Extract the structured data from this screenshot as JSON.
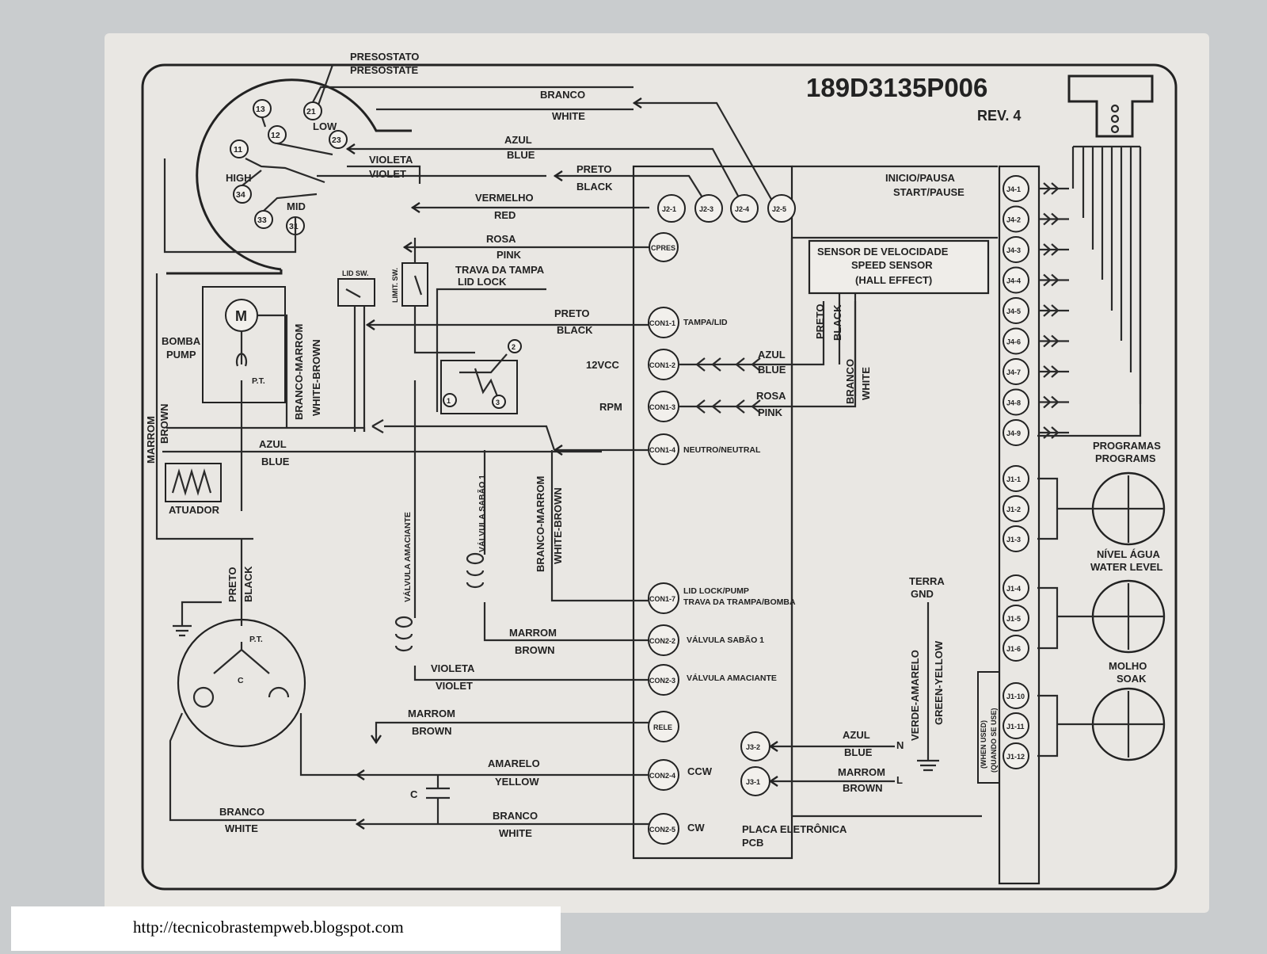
{
  "part_number": "189D3135P006",
  "revision": "REV. 4",
  "footer_url": "http://tecnicobrastempweb.blogspot.com",
  "pressure_switch": {
    "label_pt": "PRESOSTATO",
    "label_en": "PRESOSTATE",
    "terminals": [
      "13",
      "21",
      "12",
      "23",
      "11",
      "34",
      "33",
      "31"
    ],
    "low": "LOW",
    "high": "HIGH",
    "mid": "MID"
  },
  "wires": {
    "white_pt": "BRANCO",
    "white_en": "WHITE",
    "blue_pt": "AZUL",
    "blue_en": "BLUE",
    "violet_pt": "VIOLETA",
    "violet_en": "VIOLET",
    "black_pt": "PRETO",
    "black_en": "BLACK",
    "red_pt": "VERMELHO",
    "red_en": "RED",
    "pink_pt": "ROSA",
    "pink_en": "PINK",
    "brown_pt": "MARROM",
    "brown_en": "BROWN",
    "yellow_pt": "AMARELO",
    "yellow_en": "YELLOW",
    "wb_pt": "BRANCO-MARROM",
    "wb_en": "WHITE-BROWN",
    "gy_pt": "VERDE-AMARELO",
    "gy_en": "GREEN-YELLOW"
  },
  "components": {
    "lid_sw": "LID SW.",
    "limit_sw": "LIMIT. SW.",
    "lid_lock_pt": "TRAVA DA TAMPA",
    "lid_lock_en": "LID LOCK",
    "pump_pt": "BOMBA",
    "pump_en": "PUMP",
    "motor": "M",
    "pt": "P.T.",
    "actuator": "ATUADOR",
    "capacitor": "C",
    "motor_c": "C",
    "valve_softener": "VÁLVULA AMACIANTE",
    "valve_soap": "VÁLVULA SABÃO 1",
    "earth_pt": "TERRA",
    "earth_en": "GND",
    "sensor_1": "SENSOR DE VELOCIDADE",
    "sensor_2": "SPEED SENSOR",
    "sensor_3": "(HALL EFFECT)",
    "pcb_pt": "PLACA ELETRÔNICA",
    "pcb_en": "PCB",
    "start_pt": "INICIO/PAUSA",
    "start_en": "START/PAUSE",
    "prog_pt": "PROGRAMAS",
    "prog_en": "PROGRAMS",
    "water_pt": "NÍVEL ÁGUA",
    "water_en": "WATER LEVEL",
    "soak_pt": "MOLHO",
    "soak_en": "SOAK",
    "when_used_en": "(WHEN USED)",
    "when_used_pt": "(QUANDO SE USE)",
    "n": "N",
    "l": "L",
    "lock_1": "1",
    "lock_2": "2",
    "lock_3": "3"
  },
  "connectors": {
    "j2": [
      "J2-1",
      "J2-3",
      "J2-4",
      "J2-5"
    ],
    "cpres": "CPRES",
    "con1": [
      "CON1-1",
      "CON1-2",
      "CON1-3",
      "CON1-4",
      "CON1-7"
    ],
    "con1_labels": [
      "TAMPA/LID",
      "12VCC",
      "RPM",
      "NEUTRO/NEUTRAL",
      "LID LOCK/PUMP",
      "TRAVA DA TRAMPA/BOMBA"
    ],
    "con2": [
      "CON2-2",
      "CON2-3",
      "RELE",
      "CON2-4",
      "CON2-5"
    ],
    "con2_labels": [
      "VÁLVULA SABÃO 1",
      "VÁLVULA AMACIANTE",
      "CCW",
      "CW"
    ],
    "j3": [
      "J3-2",
      "J3-1"
    ],
    "j4": [
      "J4-1",
      "J4-2",
      "J4-3",
      "J4-4",
      "J4-5",
      "J4-6",
      "J4-7",
      "J4-8",
      "J4-9"
    ],
    "j1": [
      "J1-1",
      "J1-2",
      "J1-3",
      "J1-4",
      "J1-5",
      "J1-6",
      "J1-10",
      "J1-11",
      "J1-12"
    ]
  }
}
